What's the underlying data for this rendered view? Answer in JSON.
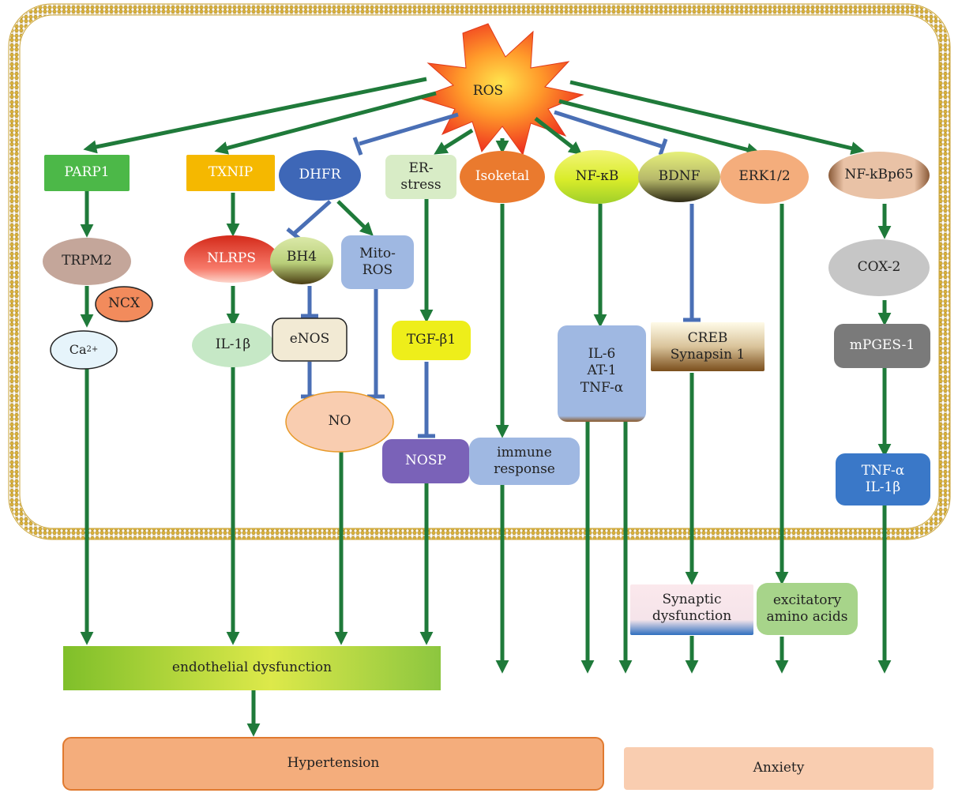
{
  "nodes": {
    "ros": "ROS",
    "parp1": "PARP1",
    "trpm2": "TRPM2",
    "ncx": "NCX",
    "ca": "Ca",
    "ca_sup": "2+",
    "txnip": "TXNIP",
    "nlrps": "NLRPS",
    "il1b": "IL-1β",
    "dhfr": "DHFR",
    "bh4": "BH4",
    "mito_l1": "Mito-",
    "mito_l2": "ROS",
    "enos": "eNOS",
    "no": "NO",
    "er_l1": "ER-",
    "er_l2": "stress",
    "tgfb1": "TGF-β1",
    "nosp": "NOSP",
    "isoketal": "Isoketal",
    "immune_l1": "immune",
    "immune_l2": "response",
    "nfkb": "NF-κB",
    "il6_l1": "IL-6",
    "il6_l2": "AT-1",
    "il6_l3": "TNF-α",
    "bdnf": "BDNF",
    "creb_l1": "CREB",
    "creb_l2": "Synapsin 1",
    "erk": "ERK1/2",
    "nfkbp65": "NF-kBp65",
    "cox2": "COX-2",
    "mpges1": "mPGES-1",
    "tnfil_l1": "TNF-α",
    "tnfil_l2": "IL-1β",
    "synaptic_l1": "Synaptic",
    "synaptic_l2": "dysfunction",
    "excit_l1": "excitatory",
    "excit_l2": "amino acids",
    "endothelial": "endothelial dysfunction",
    "hypertension": "Hypertension",
    "anxiety": "Anxiety"
  },
  "colors": {
    "activation_arrow": "#1f7a3a",
    "inhibition_arrow": "#4a6fb5",
    "membrane": "#c9a233"
  }
}
